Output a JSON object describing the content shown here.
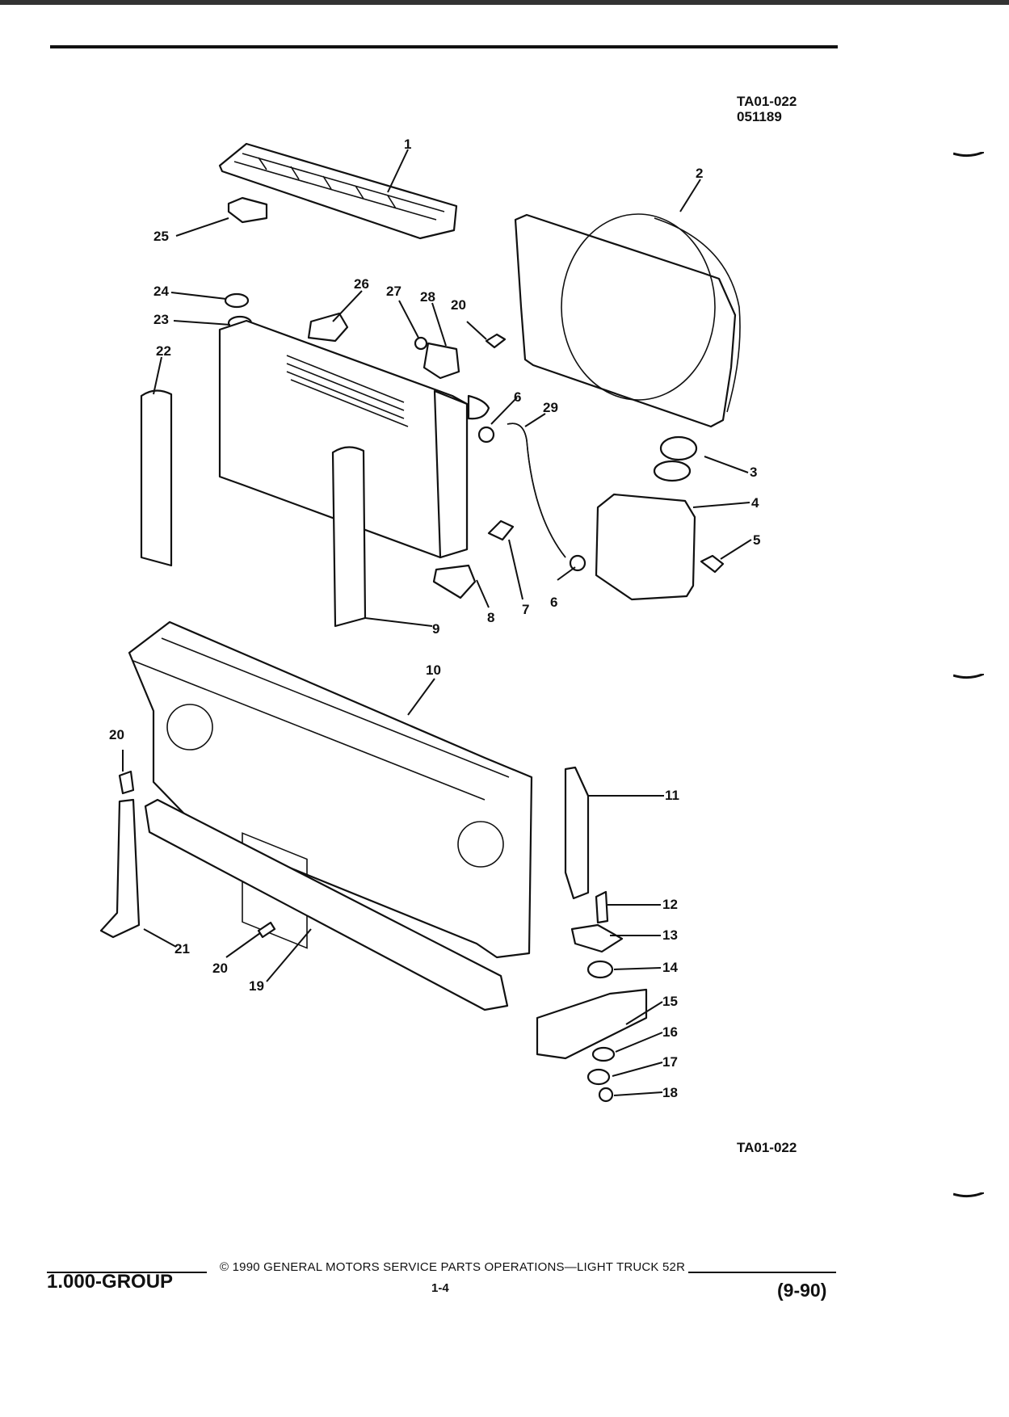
{
  "header": {
    "reference_code": "TA01-022",
    "reference_date": "051189"
  },
  "diagram": {
    "callouts": [
      "1",
      "2",
      "3",
      "4",
      "5",
      "6",
      "6",
      "7",
      "8",
      "9",
      "10",
      "11",
      "12",
      "13",
      "14",
      "15",
      "16",
      "17",
      "18",
      "19",
      "20",
      "20",
      "20",
      "21",
      "22",
      "23",
      "24",
      "25",
      "26",
      "27",
      "28",
      "29"
    ]
  },
  "figure_code": "TA01-022",
  "footer": {
    "group": "1.000-GROUP",
    "copyright": "© 1990 GENERAL MOTORS SERVICE PARTS OPERATIONS—LIGHT TRUCK 52R",
    "page": "1-4",
    "date": "(9-90)"
  }
}
